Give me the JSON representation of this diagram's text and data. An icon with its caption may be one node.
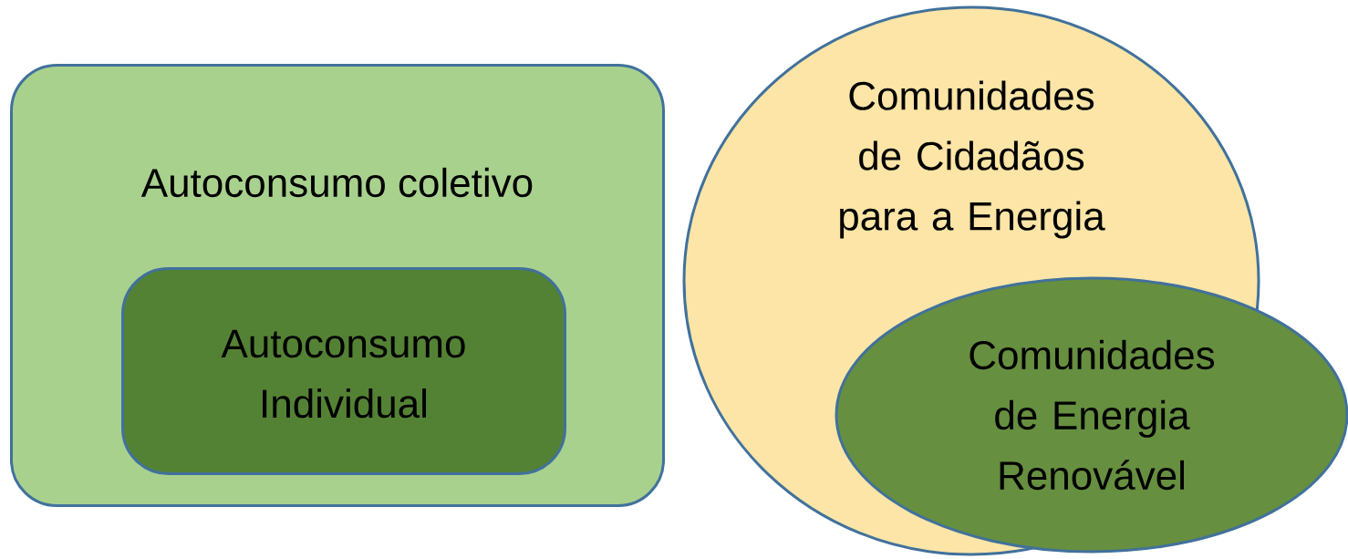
{
  "diagram": {
    "nodes": [
      {
        "text": [
          "Autoconsumo coletivo"
        ]
      },
      {
        "text": [
          "Autoconsumo Individual"
        ],
        "in": 0
      },
      {
        "text": [
          "Comunidades de Cidadãos para a Energia"
        ]
      },
      {
        "text": [
          "Comunidades de Energia Renovável"
        ]
      }
    ]
  }
}
